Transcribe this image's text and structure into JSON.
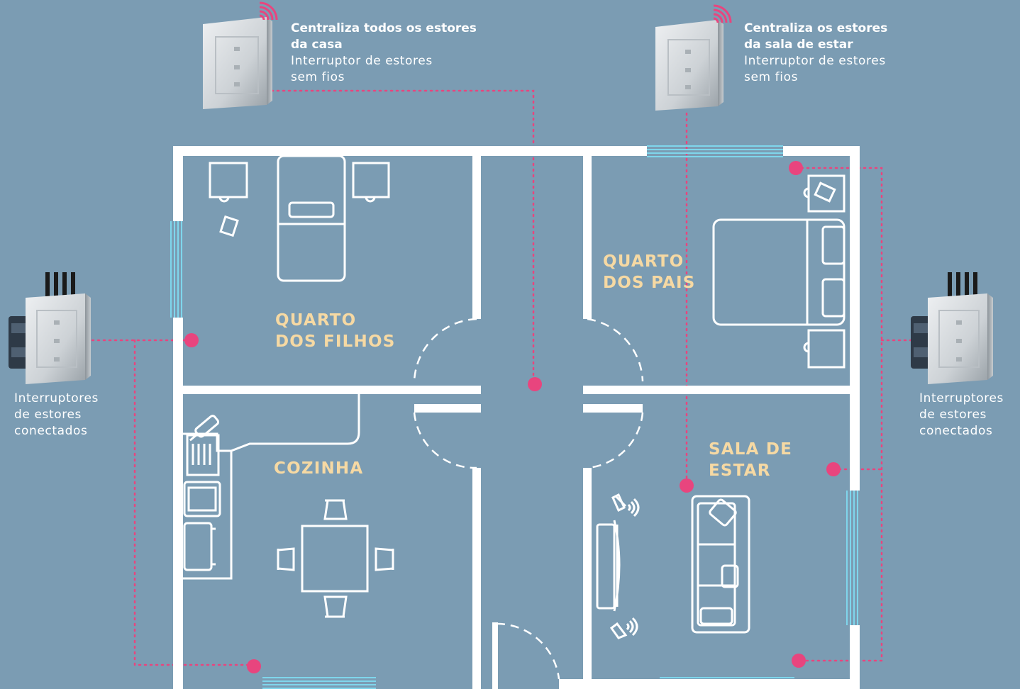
{
  "colors": {
    "background": "#7b9cb3",
    "walls": "#ffffff",
    "window": "#7fd6ec",
    "dots": "#e8457e",
    "room_label": "#f6d9a3"
  },
  "switch_top_left": {
    "title_line1": "Centraliza todos os estores",
    "title_line2": "da casa",
    "sub_line1": "Interruptor de estores",
    "sub_line2": "sem fios",
    "icon": "wireless-signal-icon"
  },
  "switch_top_right": {
    "title_line1": "Centraliza os estores",
    "title_line2": "da sala de estar",
    "sub_line1": "Interruptor de estores",
    "sub_line2": "sem fios",
    "icon": "wireless-signal-icon"
  },
  "switch_left": {
    "line1": "Interruptores",
    "line2": "de estores",
    "line3": "conectados"
  },
  "switch_right": {
    "line1": "Interruptores",
    "line2": "de estores",
    "line3": "conectados"
  },
  "rooms": {
    "quarto_filhos": {
      "line1": "QUARTO",
      "line2": "DOS FILHOS"
    },
    "quarto_pais": {
      "line1": "QUARTO",
      "line2": "DOS PAIS"
    },
    "cozinha": {
      "line1": "COZINHA"
    },
    "sala": {
      "line1": "SALA DE",
      "line2": "ESTAR"
    }
  }
}
